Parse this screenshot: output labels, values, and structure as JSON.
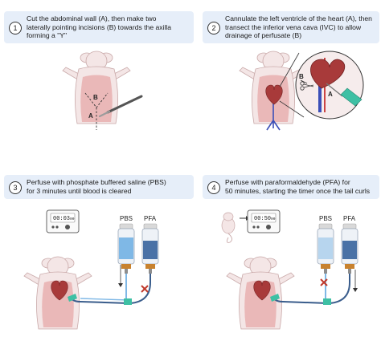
{
  "steps": [
    {
      "number": "1",
      "text": "Cut the abdominal wall (A), then make two\nlaterally pointing incisions (B) towards the axilla\nforming a \"Y\""
    },
    {
      "number": "2",
      "text": "Cannulate the left ventricle of the heart (A), then\ntransect the inferior vena cava (IVC) to allow\ndrainage of perfusate (B)"
    },
    {
      "number": "3",
      "text": "Perfuse with phosphate buffered saline (PBS)\nfor 3 minutes until blood is cleared"
    },
    {
      "number": "4",
      "text": "Perfuse with paraformaldehyde (PFA) for\n50 minutes, starting the timer once the tail curls"
    }
  ],
  "panel1": {
    "label_a": "A",
    "label_b": "B"
  },
  "panel2": {
    "label_a": "A",
    "label_b": "B"
  },
  "panel3": {
    "timer_main": "00:03",
    "timer_sub": "00",
    "bottle_left": "PBS",
    "bottle_right": "PFA"
  },
  "panel4": {
    "timer_main": "00:50",
    "timer_sub": "00",
    "bottle_left": "PBS",
    "bottle_right": "PFA"
  },
  "colors": {
    "step_box": "#e6eef9",
    "mouse_fur": "#f4e6e6",
    "mouse_skin": "#eab8b8",
    "pbs_liquid": "#7fb8e6",
    "pfa_liquid": "#4a72a6",
    "cap": "#c8822f",
    "tube": "#3a5d8c",
    "cross": "#c0392b",
    "heart": "#a83a3a",
    "vessel": "#3b4fb8"
  }
}
